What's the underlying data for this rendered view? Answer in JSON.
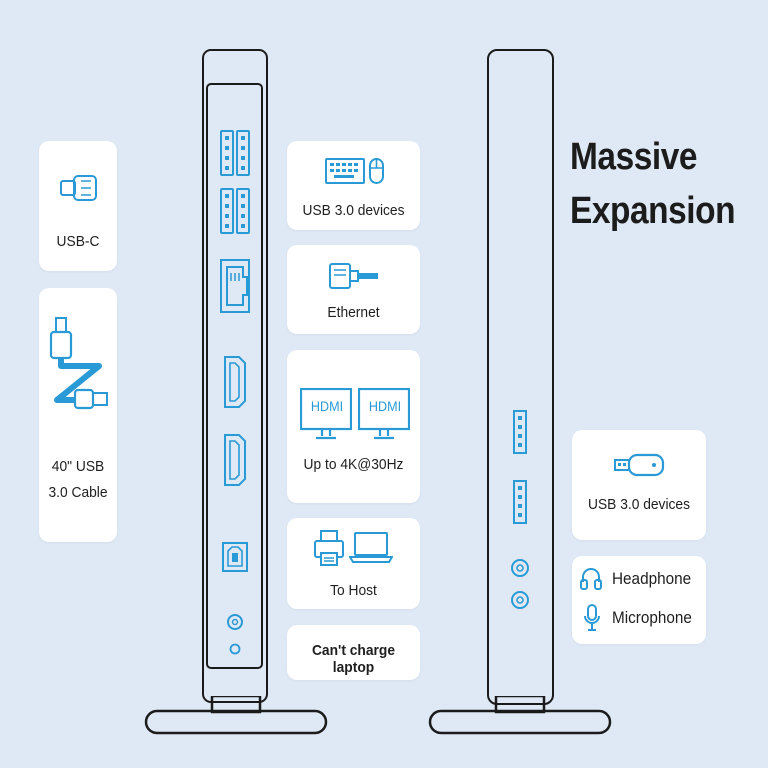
{
  "headline": {
    "line1": "Massive",
    "line2": "Expansion"
  },
  "left_cards": [
    {
      "icon": "usb-c-connector-icon",
      "label": "USB-C"
    },
    {
      "icon": "usb-cable-icon",
      "label_line1": "40\" USB",
      "label_line2": "3.0 Cable"
    }
  ],
  "middle_cards": [
    {
      "icon": "keyboard-mouse-icon",
      "label": "USB 3.0 devices"
    },
    {
      "icon": "ethernet-cable-icon",
      "label": "Ethernet"
    },
    {
      "icon": "monitor-icon",
      "monitor_text": "HDMI",
      "label": "Up to 4K@30Hz"
    },
    {
      "icon": "printer-laptop-icon",
      "label": "To Host"
    },
    {
      "label": "Can't charge laptop"
    }
  ],
  "right_cards": [
    {
      "icon": "usb-flash-drive-icon",
      "label": "USB 3.0 devices"
    },
    {
      "items": [
        {
          "icon": "headphone-icon",
          "label": "Headphone"
        },
        {
          "icon": "microphone-icon",
          "label": "Microphone"
        }
      ]
    }
  ],
  "colors": {
    "background": "#dfe9f5",
    "accent": "#2a9ad6",
    "outline": "#1b1b1b",
    "card": "#ffffff"
  }
}
